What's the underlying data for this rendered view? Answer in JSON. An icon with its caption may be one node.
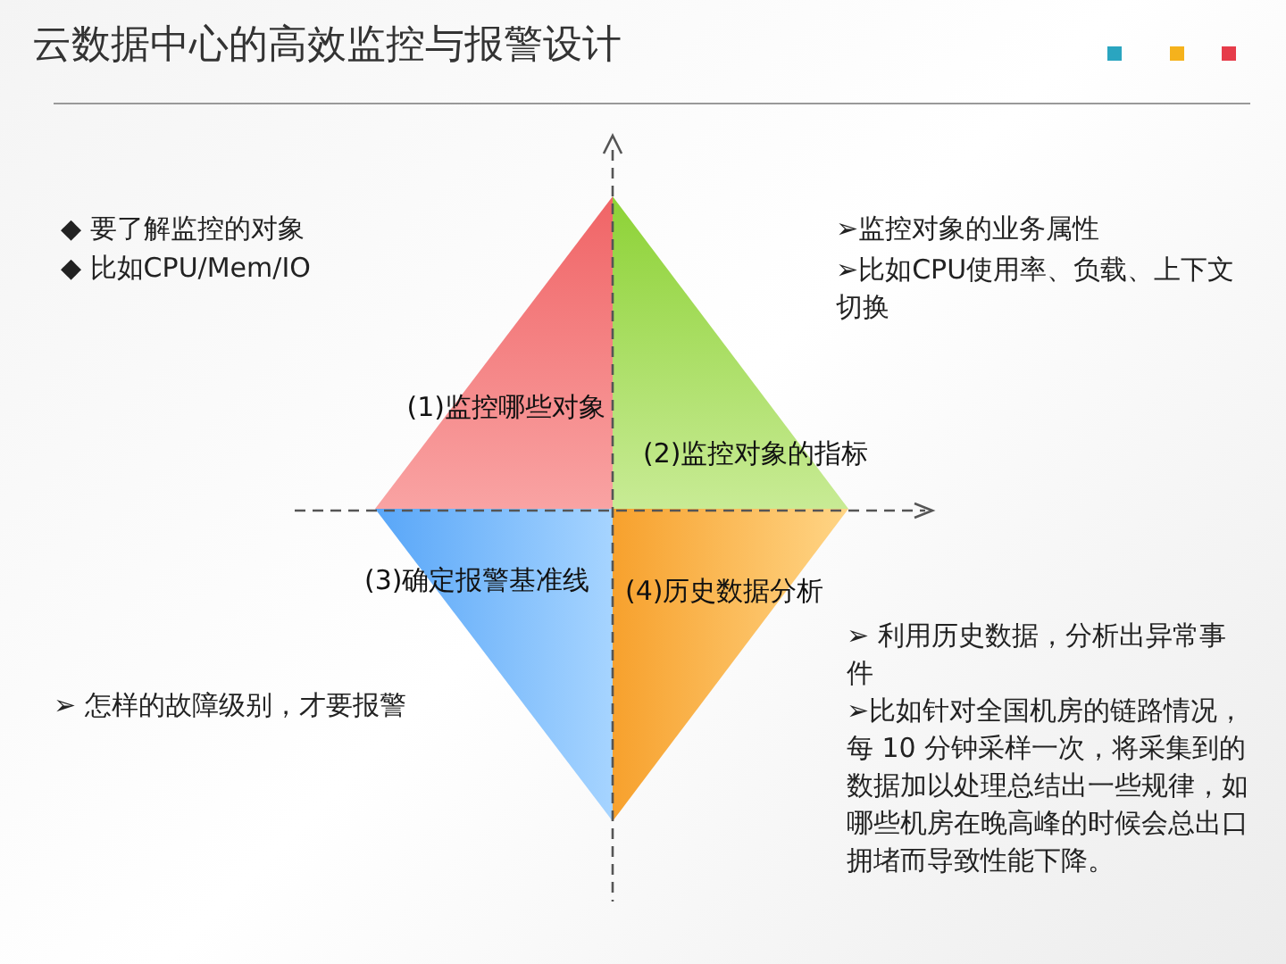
{
  "diagram": {
    "title": "云数据中心的高效监控与报警设计",
    "nodes": [
      {
        "text": [
          "(1)监控哪些对象"
        ]
      },
      {
        "text": [
          "(2)监控对象的指标"
        ]
      },
      {
        "text": [
          "(3)确定报警基准线"
        ]
      },
      {
        "text": [
          "(4)历史数据分析"
        ]
      }
    ],
    "labels": [
      "◆ 要了解监控的对象",
      "◆ 比如CPU/Mem/IO",
      "➢监控对象的业务属性",
      "➢比如CPU使用率、负载、上下文切换",
      "➢  怎样的故障级别，才要报警",
      "➢  利用历史数据，分析出异常事件",
      "➢比如针对全国机房的链路情况，每 10 分钟采样一次，将采集到的数据加以处理总结出一些规律，如哪些机房在晚高峰的时候会总出口拥堵而导致性能下降。"
    ]
  }
}
